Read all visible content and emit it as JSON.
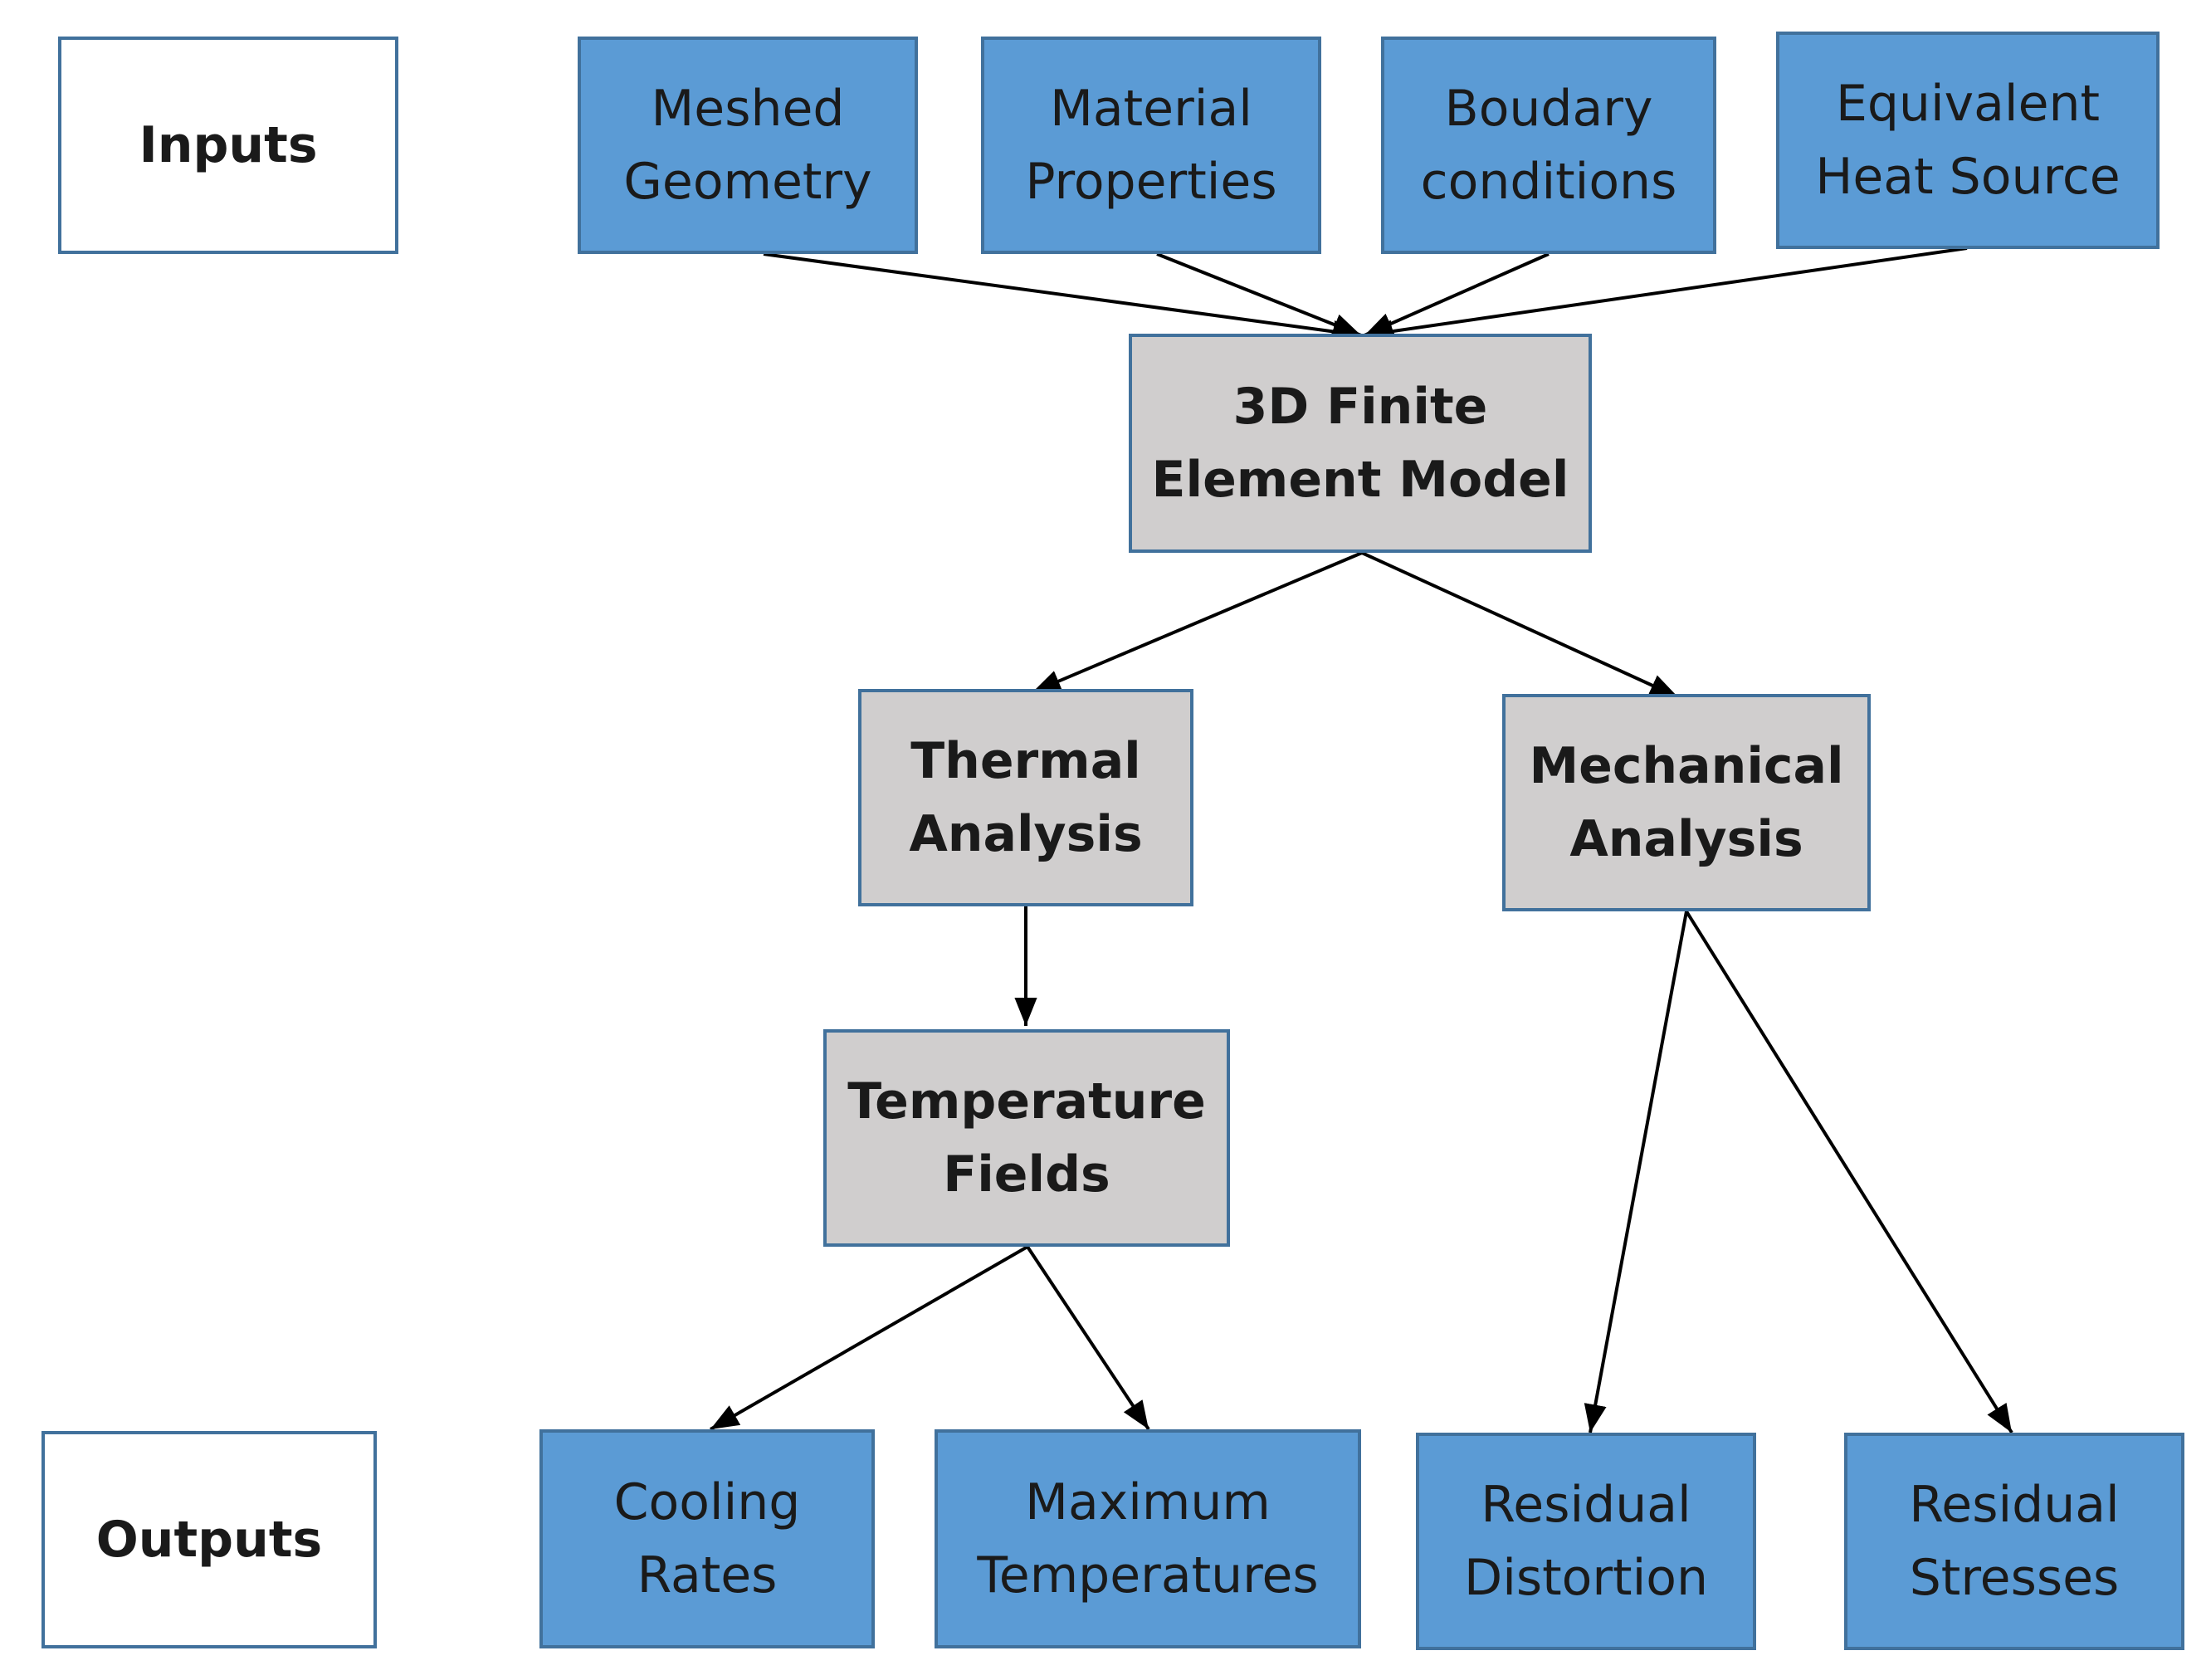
{
  "labels": {
    "inputs": "Inputs",
    "outputs": "Outputs"
  },
  "inputs": {
    "meshed_geometry": [
      "Meshed",
      "Geometry"
    ],
    "material_properties": [
      "Material",
      "Properties"
    ],
    "boundary_conditions": [
      "Boudary",
      "conditions"
    ],
    "equivalent_heat_source": [
      "Equivalent",
      "Heat Source"
    ]
  },
  "model": [
    "3D Finite",
    "Element Model"
  ],
  "analysis": {
    "thermal": [
      "Thermal",
      "Analysis"
    ],
    "mechanical": [
      "Mechanical",
      "Analysis"
    ]
  },
  "temperature_fields": [
    "Temperature",
    "Fields"
  ],
  "outputs": {
    "cooling_rates": [
      "Cooling",
      "Rates"
    ],
    "maximum_temperatures": [
      "Maximum",
      "Temperatures"
    ],
    "residual_distortion": [
      "Residual",
      "Distortion"
    ],
    "residual_stresses": [
      "Residual",
      "Stresses"
    ]
  },
  "colors": {
    "input_output_fill": "#5b9bd5",
    "process_fill": "#d0cece",
    "border": "#41719c",
    "arrow": "#000000"
  }
}
